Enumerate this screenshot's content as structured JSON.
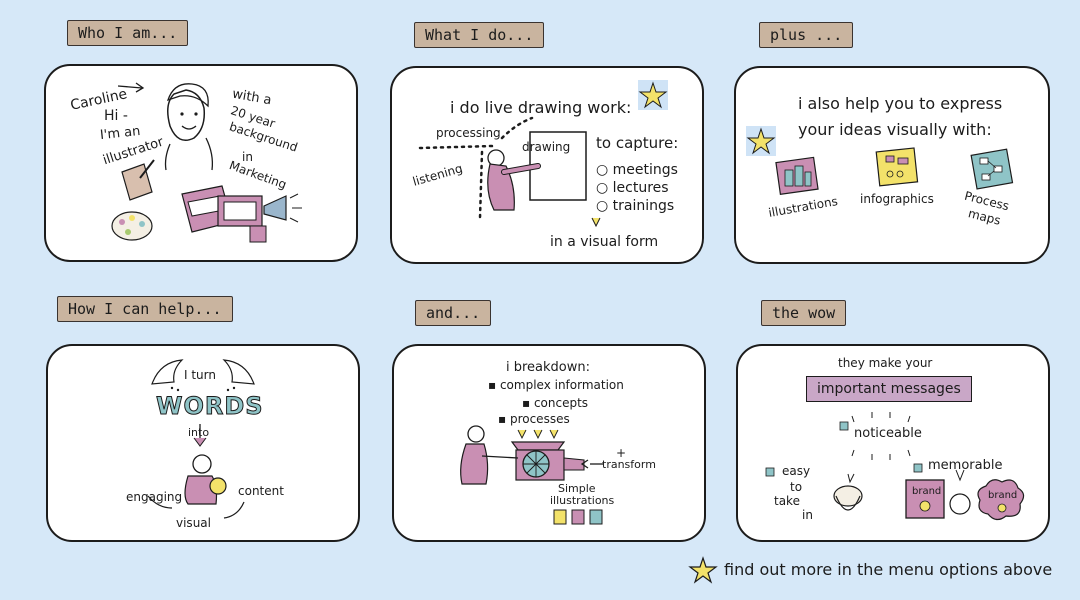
{
  "panels": {
    "who": {
      "tag": "Who I am...",
      "name": "Caroline",
      "hi": "Hi -",
      "im_an": "I'm an",
      "illustrator": "illustrator",
      "with_a": "with a",
      "twenty_year": "20 year",
      "background": "background",
      "in": "in",
      "marketing": "Marketing"
    },
    "what": {
      "tag": "What I do...",
      "headline": "i do live drawing work:",
      "processing": "processing",
      "listening": "listening",
      "drawing": "drawing",
      "to_capture": "to capture:",
      "items": [
        "meetings",
        "lectures",
        "trainings"
      ],
      "visual_form": "in a visual form"
    },
    "plus": {
      "tag": "plus ...",
      "line1": "i also help you to express",
      "line2": "your ideas visually with:",
      "illustrations": "illustrations",
      "infographics": "infographics",
      "process": "Process",
      "maps": "maps"
    },
    "how": {
      "tag": "How I can help...",
      "i_turn": "I turn",
      "words": "WORDS",
      "into": "into",
      "engaging": "engaging",
      "content": "content",
      "visual": "visual"
    },
    "and": {
      "tag": "and...",
      "breakdown": "i breakdown:",
      "items": [
        "complex information",
        "concepts",
        "processes"
      ],
      "plus": "+",
      "transform": "transform",
      "simple": "Simple",
      "illustrations": "illustrations"
    },
    "wow": {
      "tag": "the wow",
      "they_make": "they make your",
      "important": "important messages",
      "noticeable": "noticeable",
      "easy": "easy",
      "to": "to",
      "take": "take",
      "in": "in",
      "memorable": "memorable",
      "brand1": "brand",
      "brand2": "brand"
    }
  },
  "footer": {
    "text": "find out more in the menu options above"
  },
  "colors": {
    "background": "#d6e8f8",
    "tag": "#c9b49f",
    "accent_pink": "#c98fb3",
    "accent_yellow": "#f3e26a",
    "accent_teal": "#8fc4c7"
  }
}
